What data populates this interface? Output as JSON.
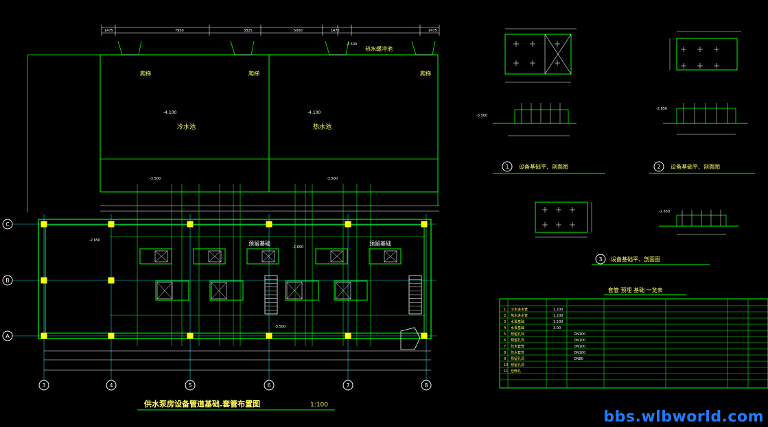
{
  "colors": {
    "background": "#000000",
    "line_green": "#00ff00",
    "line_cyan": "#00e0e0",
    "line_white": "#ffffff",
    "column_yellow": "#ffff00",
    "text_yellow": "#ffff66",
    "watermark_blue": "#1e7cff"
  },
  "plan": {
    "title": "供水泵房设备管道基础.套管布置图",
    "scale": "1:100",
    "pool_left": "冷水池",
    "pool_right": "热水池",
    "pool_left_level": "-4.100",
    "pool_right_level": "-4.100",
    "ladder_labels": [
      "爬梯",
      "爬梯",
      "爬梯"
    ],
    "pump_label_a": "预留基础",
    "pump_label_b": "预留基础",
    "top_label": "热水缓冲池",
    "level_marks": [
      "-2.650",
      "-3.500",
      "-3.500",
      "-3.500",
      "-2.650",
      "-3.500"
    ],
    "row_axes": [
      "C",
      "B",
      "A"
    ],
    "column_axes": [
      "3",
      "4",
      "5",
      "6",
      "7",
      "8"
    ],
    "top_dims": [
      "1475",
      "7950",
      "3325",
      "5000",
      "1475",
      "1475"
    ]
  },
  "details": {
    "detail_1_number": "1",
    "detail_1_title": "设备基础平、剖面图",
    "detail_2_number": "2",
    "detail_2_title": "设备基础平、剖面图",
    "detail_3_number": "3",
    "detail_3_title": "设备基础平、剖面图",
    "levels": [
      "-3.500",
      "-2.650",
      "-2.650"
    ]
  },
  "table": {
    "title": "套管 预埋 基础 一览表",
    "rows": [
      {
        "no": "1",
        "name": "冷水进水管",
        "spec": "1.200"
      },
      {
        "no": "2",
        "name": "热水进水管",
        "spec": "1.200"
      },
      {
        "no": "3",
        "name": "水泵基础",
        "spec": "1.200"
      },
      {
        "no": "4",
        "name": "水泵基础",
        "spec": "3.00"
      },
      {
        "no": "5",
        "name": "预留孔洞",
        "spec": "DN100"
      },
      {
        "no": "6",
        "name": "预留孔洞",
        "spec": "DN100"
      },
      {
        "no": "7",
        "name": "防水套管",
        "spec": "DN100"
      },
      {
        "no": "8",
        "name": "防水套管",
        "spec": "DN100"
      },
      {
        "no": "9",
        "name": "预留孔洞",
        "spec": "DN80"
      },
      {
        "no": "10",
        "name": "预留孔洞",
        "spec": ""
      },
      {
        "no": "11",
        "name": "检修孔",
        "spec": ""
      }
    ]
  },
  "watermark": "bbs.wlbworld.com"
}
